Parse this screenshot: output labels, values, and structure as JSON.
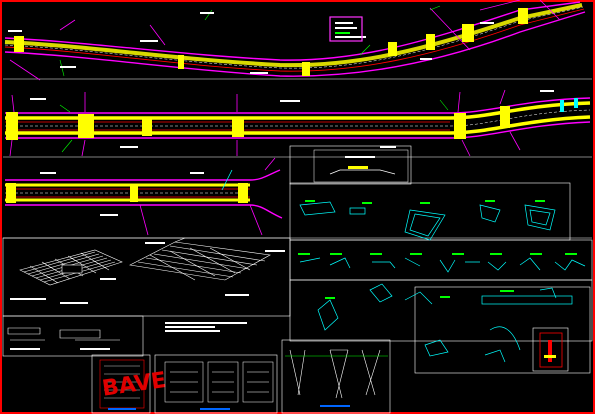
{
  "drawing": {
    "background": "#000000",
    "border_color": "#ff0000",
    "colors": {
      "road_edge": "#ff00ff",
      "road_fill": "#ffff00",
      "curb": "#ff0000",
      "centerline": "#ffffff",
      "detail": "#00ffff",
      "annotation": "#00ff00",
      "frame": "#ffffff",
      "legend_box": "#ff33ff"
    },
    "sheets": [
      {
        "id": "plan-sheet-1"
      },
      {
        "id": "plan-sheet-2"
      },
      {
        "id": "plan-sheet-3"
      },
      {
        "id": "typical-section"
      },
      {
        "id": "grating-details"
      },
      {
        "id": "curb-details"
      },
      {
        "id": "section-details"
      },
      {
        "id": "reinforcement-details"
      },
      {
        "id": "column-details"
      },
      {
        "id": "joint-details"
      }
    ],
    "watermark": {
      "text": "BAVE"
    }
  }
}
